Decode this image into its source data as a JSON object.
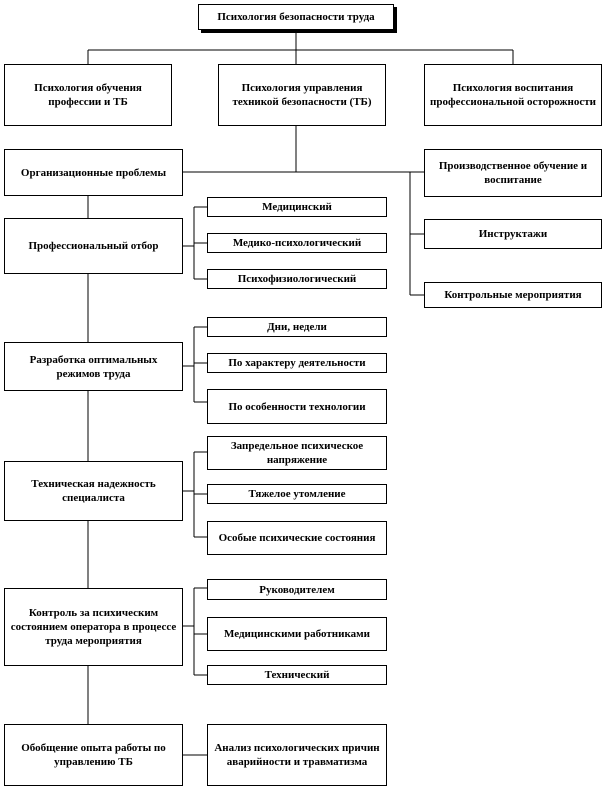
{
  "boxes": {
    "root": "Психология безопасности труда",
    "training": "Психология обучения профессии и ТБ",
    "management": "Психология управления техникой безопасности (ТБ)",
    "caution": "Психология воспитания профессиональной осторожности",
    "organizational": "Организационные проблемы",
    "production_training": "Производственное обучение и воспитание",
    "instructions": "Инструктажи",
    "control_measures": "Контрольные мероприятия",
    "selection": "Профессиональный отбор",
    "medical": "Медицинский",
    "medpsych": "Медико-психологический",
    "psychophys": "Психофизиологический",
    "regimes": "Разработка оптимальных режимов труда",
    "days": "Дни, недели",
    "activity": "По характеру деятельности",
    "tech_features": "По особенности технологии",
    "reliability": "Техническая надежность специалиста",
    "overstrain": "Запредельное психическое напряжение",
    "fatigue": "Тяжелое утомление",
    "special_states": "Особые психические состояния",
    "control_state": "Контроль за психическим состоянием оператора в процессе труда мероприятия",
    "managers": "Руководителем",
    "medics": "Медицинскими работниками",
    "technical": "Технический",
    "experience": "Обобщение опыта работы по управлению ТБ",
    "analysis": "Анализ психологических причин аварийности и травматизма"
  }
}
